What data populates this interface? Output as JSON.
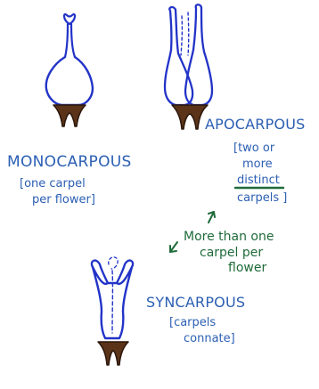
{
  "colors": {
    "pistil_outline": "#2233c8",
    "receptacle": "#5a3318",
    "label_blue": "#2b5fb3",
    "note_green": "#1f6b3a"
  },
  "monocarpous": {
    "title": "MONOCARPOUS",
    "desc_line1": "[one carpel",
    "desc_line2": "per flower]"
  },
  "apocarpous": {
    "title": "APOCARPOUS",
    "desc_line1": "[two or",
    "desc_line2": "more",
    "desc_line3": "distinct",
    "desc_line4": "carpels ]"
  },
  "note": {
    "line1": "More than one",
    "line2": "carpel per",
    "line3": "flower"
  },
  "syncarpous": {
    "title": "SYNCARPOUS",
    "desc_line1": "[carpels",
    "desc_line2": "connate]"
  }
}
